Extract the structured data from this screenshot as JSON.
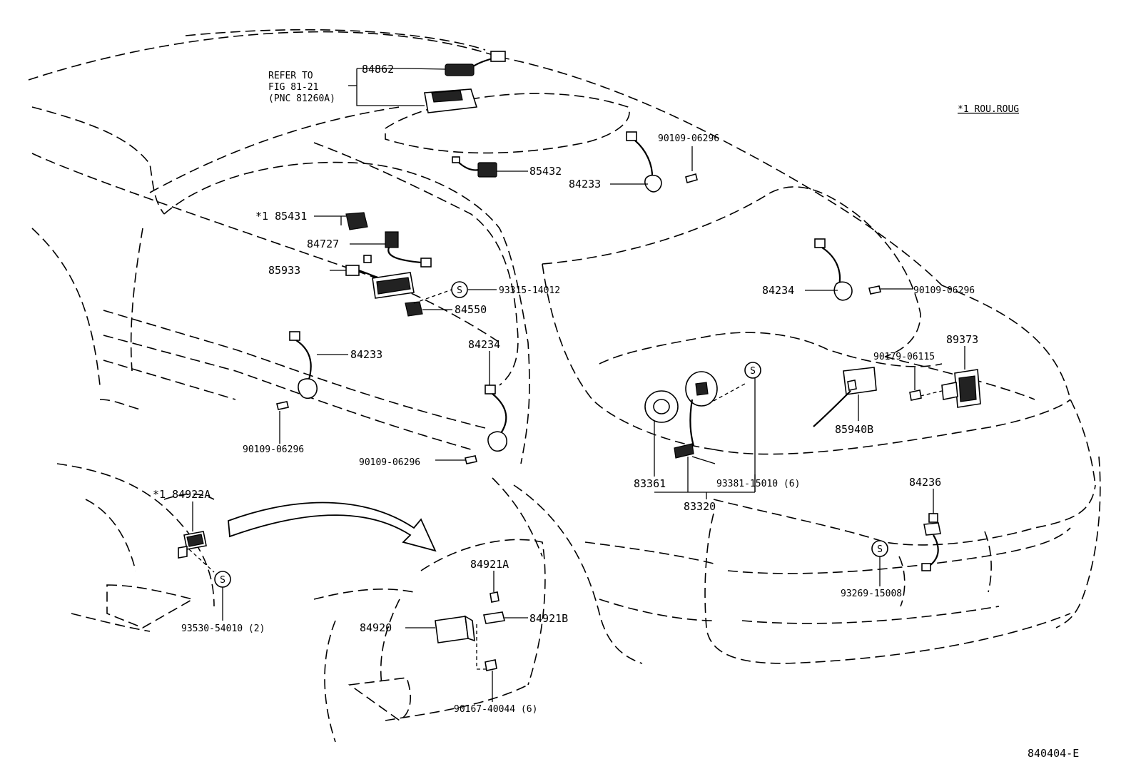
{
  "refer_note": [
    "REFER TO",
    "FIG 81-21",
    "(PNC 81260A)"
  ],
  "variant_note": "*1 ROU.ROUG",
  "figure_code": "840404-E",
  "s_mark": "S",
  "labels": {
    "p84862": "84862",
    "p85432": "85432",
    "p90109_a": "90109-06296",
    "p84233_a": "84233",
    "p85431": "*1 85431",
    "p84727": "84727",
    "p85933": "85933",
    "p93315": "93315-14012",
    "p84550": "84550",
    "p84234_a": "84234",
    "p90109_b": "90109-06296",
    "p84233_b": "84233",
    "p84234_b": "84234",
    "p90109_c": "90109-06296",
    "p90109_d": "90109-06296",
    "p89373": "89373",
    "p90179": "90179-06115",
    "p85940b": "85940B",
    "p83361": "83361",
    "p93381": "93381-15010 (6)",
    "p83320": "83320",
    "p84236": "84236",
    "p93269": "93269-15008",
    "p84922a": "*1 84922A",
    "p93530": "93530-54010 (2)",
    "p84921a": "84921A",
    "p84921b": "84921B",
    "p84920": "84920",
    "p90167": "90167-40044 (6)"
  }
}
